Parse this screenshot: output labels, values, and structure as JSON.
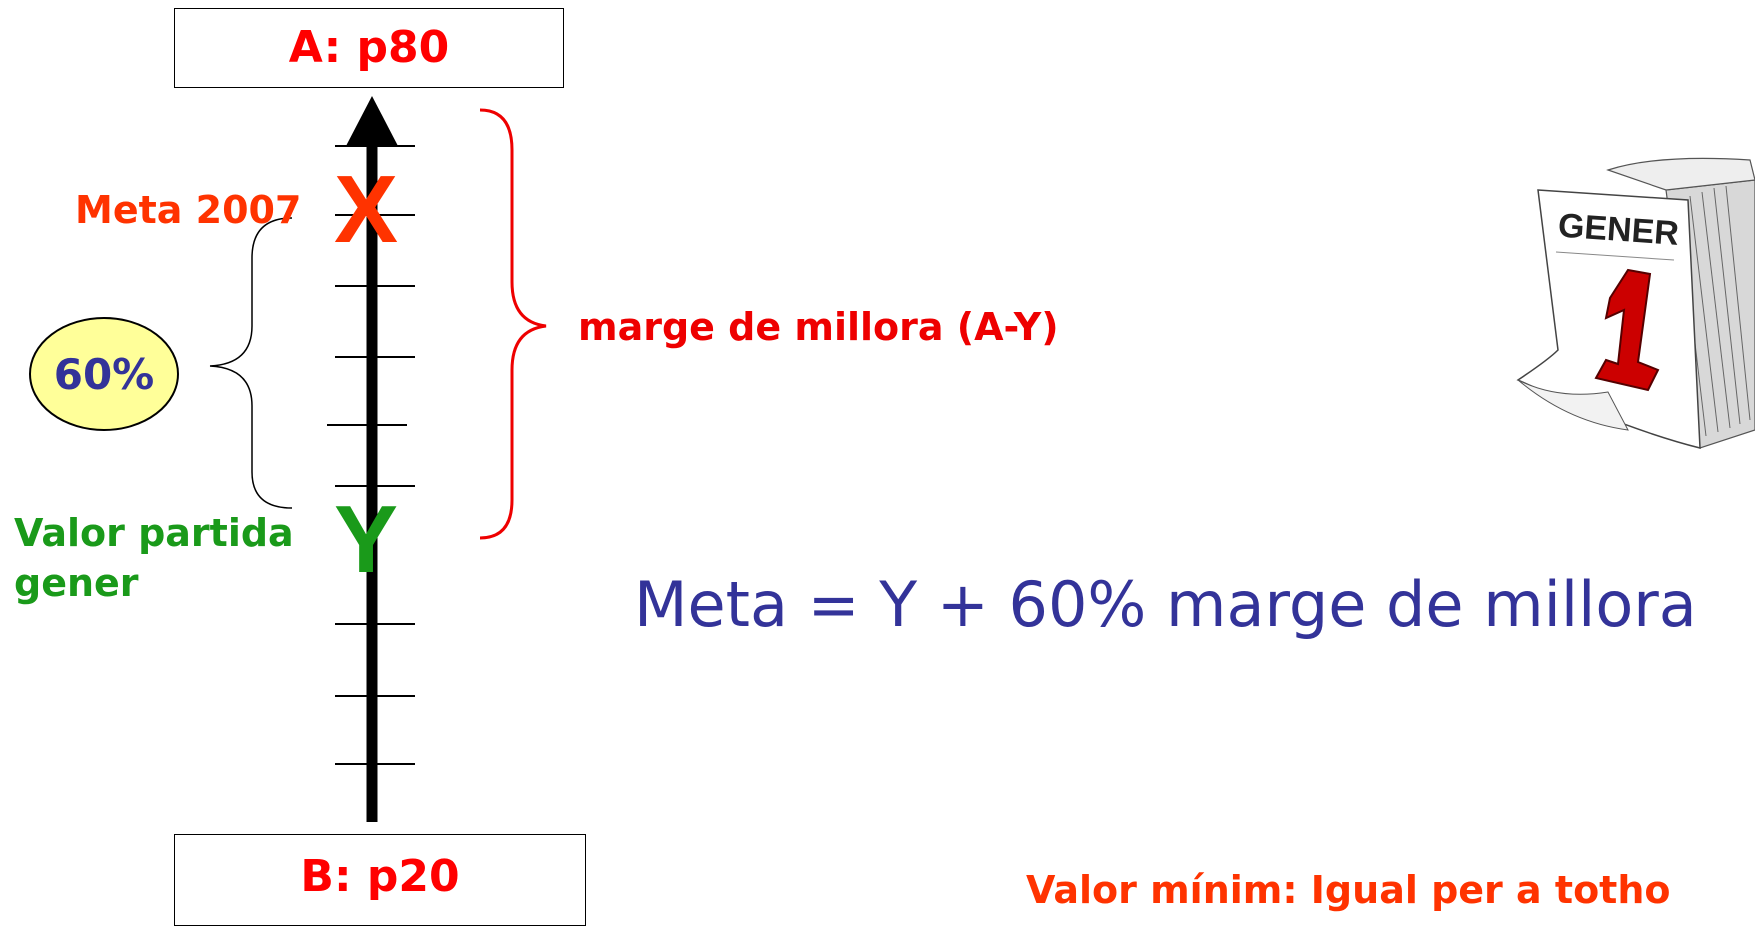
{
  "top_box": {
    "label": "A: p80"
  },
  "bottom_box": {
    "label": "B: p20"
  },
  "markers": {
    "x": {
      "symbol": "X",
      "label": "Meta 2007",
      "color": "#ff3300"
    },
    "y": {
      "symbol": "Y",
      "label_line1": "Valor partida",
      "label_line2": "gener",
      "color": "#1a9a1a"
    }
  },
  "brace_right": {
    "label": "marge de millora (A-Y)",
    "color": "#ee0000"
  },
  "brace_left": {
    "label": "60%",
    "fill": "#ffff99"
  },
  "formula": "Meta = Y + 60% marge de millora",
  "note": "Valor mínim: Igual per a totho",
  "calendar": {
    "month": "GENER",
    "day_icon": "calendar-page-icon"
  }
}
